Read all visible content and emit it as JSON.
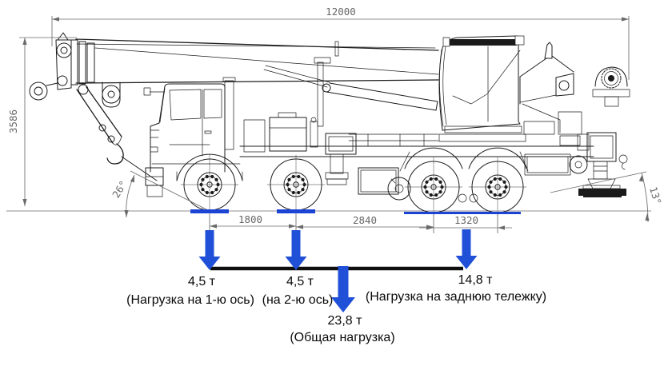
{
  "diagram": {
    "type": "truck-crane outline drawing with axle load diagram",
    "dims": {
      "overall_length": "12000",
      "overall_height": "3586",
      "axle_spacing_1_2": "1800",
      "axle_spacing_2_3": "2840",
      "axle_spacing_3_4": "1320",
      "approach_angle": "26°",
      "departure_angle": "13°"
    },
    "loads": {
      "axle1_value": "4,5 т",
      "axle1_label": "(Нагрузка на 1-ю ось)",
      "axle2_value": "4,5 т",
      "axle2_label": "(на 2-ю ось)",
      "bogie_value": "14,8 т",
      "bogie_label": "(Нагрузка на заднюю тележку)",
      "total_value": "23,8 т",
      "total_label": "(Общая нагрузка)"
    },
    "colors": {
      "arrow_blue": "#2050d8",
      "contact_pad_blue": "#1b43d4",
      "drawing_line": "#1d1d1d",
      "dimension_gray": "#6a6a6a",
      "load_bar_black": "#0f0f0f"
    }
  }
}
